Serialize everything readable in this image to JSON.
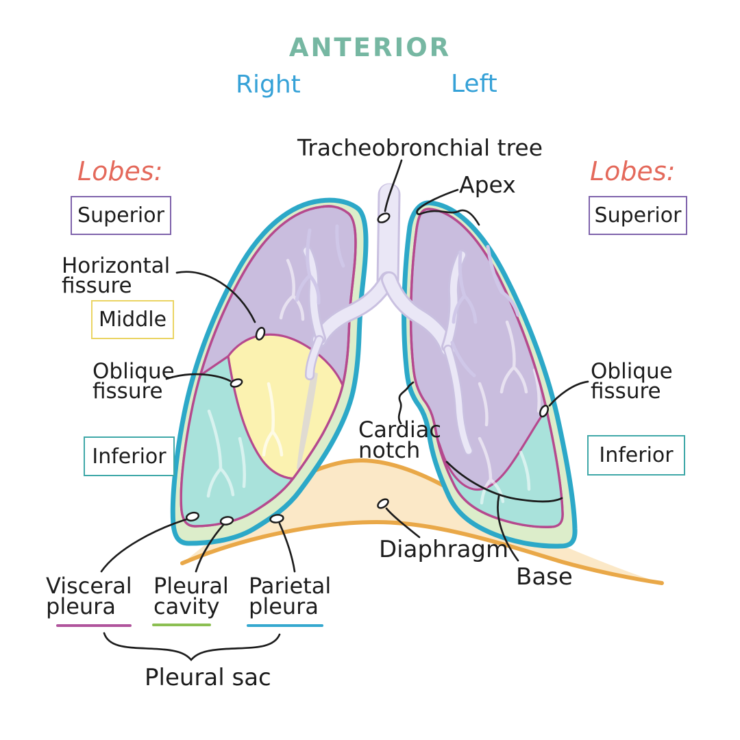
{
  "title": "ANTERIOR",
  "orientation": {
    "right": "Right",
    "left": "Left"
  },
  "lobes_heading": "Lobes:",
  "lobe_labels": {
    "superior": "Superior",
    "middle": "Middle",
    "inferior": "Inferior"
  },
  "annotations": {
    "tracheobronchial_tree": "Tracheobronchial tree",
    "apex": "Apex",
    "horizontal_fissure_l1": "Horizontal",
    "horizontal_fissure_l2": "fissure",
    "oblique_fissure_l1": "Oblique",
    "oblique_fissure_l2": "fissure",
    "cardiac_notch_l1": "Cardiac",
    "cardiac_notch_l2": "notch",
    "diaphragm": "Diaphragm",
    "base": "Base"
  },
  "pleura_labels": {
    "visceral_l1": "Visceral",
    "visceral_l2": "pleura",
    "cavity_l1": "Pleural",
    "cavity_l2": "cavity",
    "parietal_l1": "Parietal",
    "parietal_l2": "pleura",
    "sac": "Pleural sac"
  },
  "colors": {
    "title-green": "#76b7a2",
    "side-blue": "#35a1d7",
    "lobes-salmon": "#e4695b",
    "ink": "#1c1c1c",
    "parietal-teal": "#2ca8c8",
    "cavity-green": "#dcedca",
    "visceral-magenta": "#b5498e",
    "superior-purple": "#c9bdde",
    "middle-yellow": "#fbf2b0",
    "inferior-teal": "#a9e2db",
    "tree-fill": "#eae7f6",
    "tree-wall": "#c9c0e0",
    "twig-lavender": "#cfc7e8",
    "diaphragm-orange": "#e9a848",
    "diaphragm-peach": "#fbe8c7",
    "box-superior": "#7e62ab",
    "box-middle": "#ead463",
    "box-inferior": "#3fa8a8",
    "underline-visceral": "#b0549c",
    "underline-cavity": "#8cbf52",
    "underline-parietal": "#35a8cf"
  }
}
